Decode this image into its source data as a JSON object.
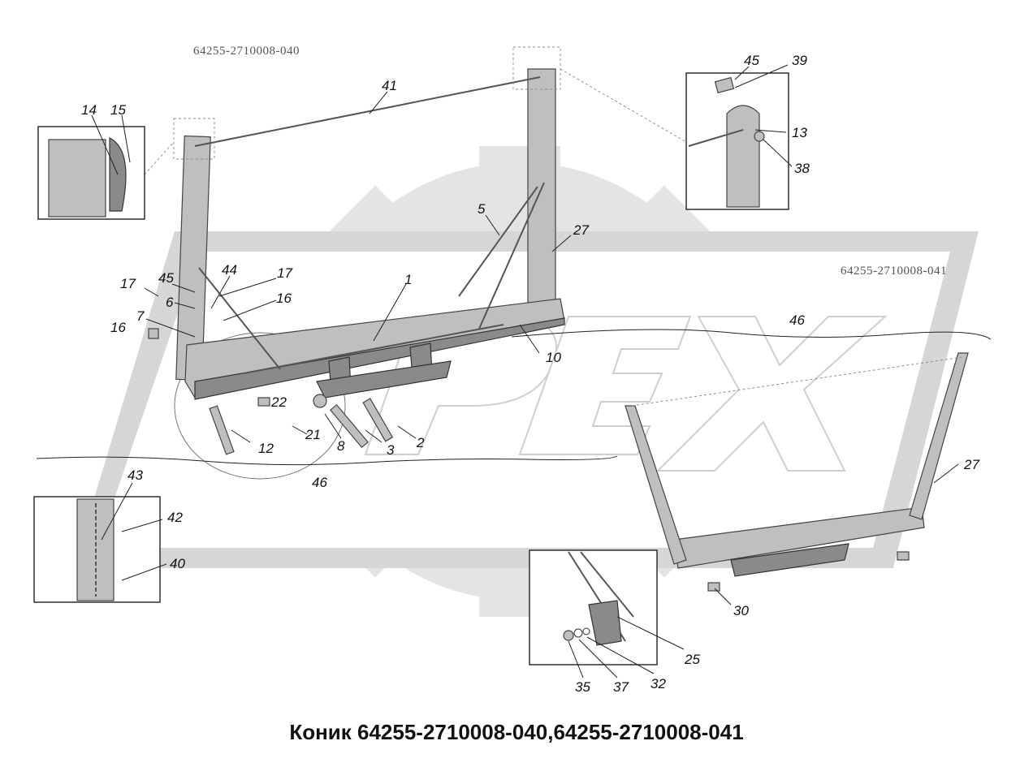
{
  "sheet_codes": {
    "top_left": "64255-2710008-040",
    "right": "64255-2710008-041"
  },
  "caption": "Коник 64255-2710008-040,64255-2710008-041",
  "watermark": {
    "letters": "PEX",
    "color": "#d9d9d9"
  },
  "callouts": [
    {
      "id": "c14",
      "text": "14"
    },
    {
      "id": "c15",
      "text": "15"
    },
    {
      "id": "c41",
      "text": "41"
    },
    {
      "id": "c45a",
      "text": "45"
    },
    {
      "id": "c39",
      "text": "39"
    },
    {
      "id": "c13",
      "text": "13"
    },
    {
      "id": "c38",
      "text": "38"
    },
    {
      "id": "c5",
      "text": "5"
    },
    {
      "id": "c27a",
      "text": "27"
    },
    {
      "id": "c17a",
      "text": "17"
    },
    {
      "id": "c45b",
      "text": "45"
    },
    {
      "id": "c44",
      "text": "44"
    },
    {
      "id": "c17b",
      "text": "17"
    },
    {
      "id": "c1",
      "text": "1"
    },
    {
      "id": "c6",
      "text": "6"
    },
    {
      "id": "c16a",
      "text": "16"
    },
    {
      "id": "c7",
      "text": "7"
    },
    {
      "id": "c16b",
      "text": "16"
    },
    {
      "id": "c46a",
      "text": "46"
    },
    {
      "id": "c10",
      "text": "10"
    },
    {
      "id": "c22",
      "text": "22"
    },
    {
      "id": "c21",
      "text": "21"
    },
    {
      "id": "c12",
      "text": "12"
    },
    {
      "id": "c8",
      "text": "8"
    },
    {
      "id": "c3",
      "text": "3"
    },
    {
      "id": "c2",
      "text": "2"
    },
    {
      "id": "c46b",
      "text": "46"
    },
    {
      "id": "c43",
      "text": "43"
    },
    {
      "id": "c42",
      "text": "42"
    },
    {
      "id": "c40",
      "text": "40"
    },
    {
      "id": "c27b",
      "text": "27"
    },
    {
      "id": "c30",
      "text": "30"
    },
    {
      "id": "c25",
      "text": "25"
    },
    {
      "id": "c35",
      "text": "35"
    },
    {
      "id": "c37",
      "text": "37"
    },
    {
      "id": "c32",
      "text": "32"
    }
  ]
}
